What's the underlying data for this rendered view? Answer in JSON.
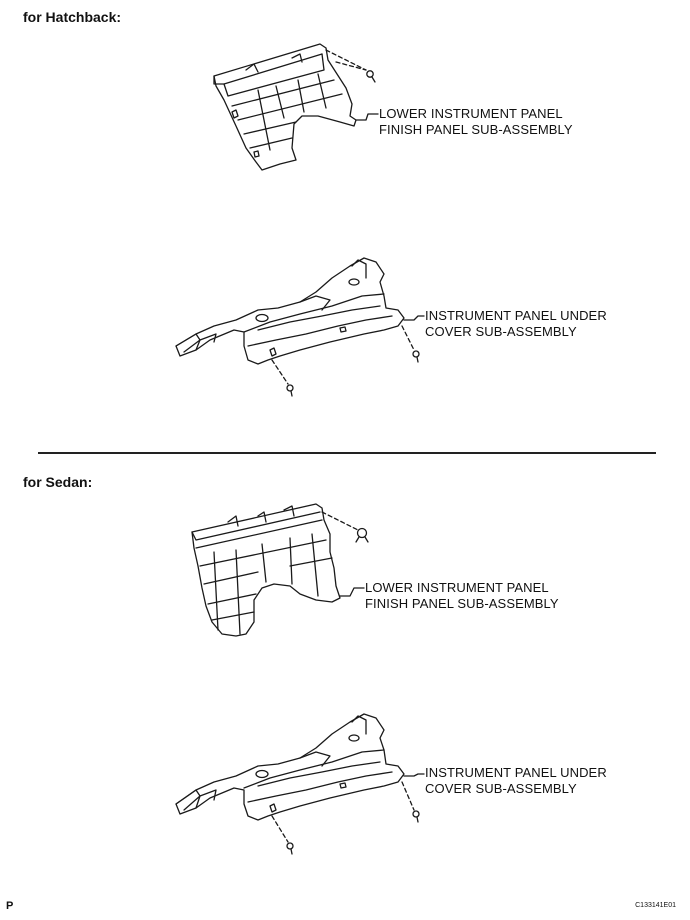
{
  "sections": [
    {
      "title": "for Hatchback:",
      "finish_panel_label": [
        "LOWER INSTRUMENT PANEL",
        "FINISH PANEL SUB-ASSEMBLY"
      ],
      "under_cover_label": [
        "INSTRUMENT PANEL UNDER",
        "COVER SUB-ASSEMBLY"
      ]
    },
    {
      "title": "for Sedan:",
      "finish_panel_label": [
        "LOWER INSTRUMENT PANEL",
        "FINISH PANEL SUB-ASSEMBLY"
      ],
      "under_cover_label": [
        "INSTRUMENT PANEL UNDER",
        "COVER SUB-ASSEMBLY"
      ]
    }
  ],
  "footer": {
    "left_mark": "P",
    "figure_code": "C133141E01"
  }
}
